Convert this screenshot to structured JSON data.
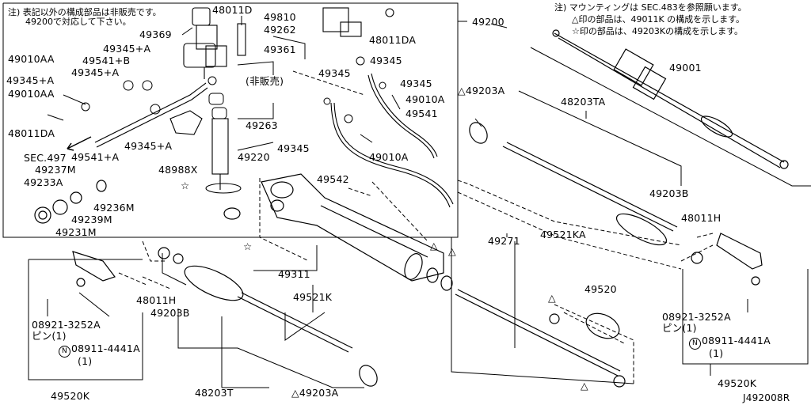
{
  "diagram_code": "J492008R",
  "notes": {
    "top_left_line1": "注) 表記以外の構成部品は非販売です。",
    "top_left_line2": "49200で対応して下さい。",
    "top_right_line1": "注) マウンティングは SEC.483を参照願います。",
    "top_right_line2": "△印の部品は、49011K の構成を示します。",
    "top_right_line3": "☆印の部品は、49203Kの構成を示します。"
  },
  "labels": {
    "p48011D": "48011D",
    "p49810": "49810",
    "p49262": "49262",
    "p48011DA": "48011DA",
    "p49200": "49200",
    "p49369": "49369",
    "p49361": "49361",
    "p49345_top": "49345",
    "p49345_plusA_1": "49345+A",
    "p49010AA_1": "49010AA",
    "p49541_plusB": "49541+B",
    "p49345_plusA_2": "49345+A",
    "p49345_plusA_3": "49345+A",
    "p49010AA_2": "49010AA",
    "p_not_sold": "(非販売)",
    "p49345_mid1": "49345",
    "p49345_mid2": "49345",
    "p49010A_1": "49010A",
    "p49541": "49541",
    "p49263": "49263",
    "p48011DA_2": "48011DA",
    "p49345_plusA_4": "49345+A",
    "p49541_plusA": "49541+A",
    "p49345_mid3": "49345",
    "p49010A_2": "49010A",
    "p49220": "49220",
    "p_sec497": "SEC.497",
    "p49237M": "49237M",
    "p48988X": "48988X",
    "p49233A": "49233A",
    "p49542": "49542",
    "p49236M": "49236M",
    "p49239M": "49239M",
    "p49231M": "49231M",
    "p49311": "49311",
    "p49001": "49001",
    "p49203A_tr": "49203A",
    "p48203TA": "48203TA",
    "p49203B_r": "49203B",
    "p48011H_r": "48011H",
    "p49521KA": "49521KA",
    "p49271": "49271",
    "p49520": "49520",
    "p08921_r": "08921-3252A",
    "p_pin_r": "ピン(1)",
    "p08911_r": "08911-4441A",
    "p_qty_r": "(1)",
    "p49520K_r": "49520K",
    "p48011H_l": "48011H",
    "p49203B_l": "49203B",
    "p49521K": "49521K",
    "p08921_l": "08921-3252A",
    "p_pin_l": "ピン(1)",
    "p08911_l": "08911-4441A",
    "p_qty_l": "(1)",
    "p49520K_l": "49520K",
    "p48203T": "48203T",
    "p49203A_b": "49203A"
  },
  "symbols": {
    "triangle": "△",
    "star": "☆",
    "circle_n": "N"
  }
}
